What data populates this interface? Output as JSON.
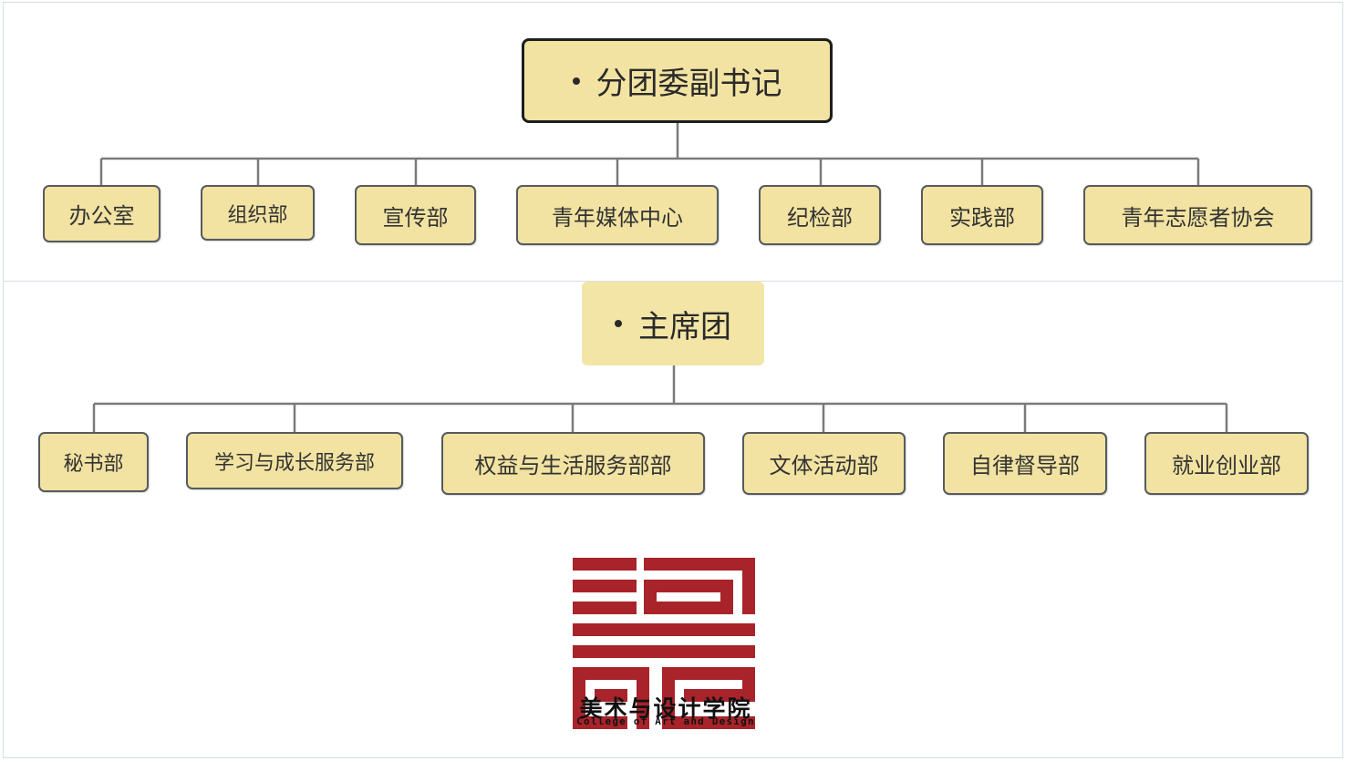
{
  "org_top": {
    "root_label": "分团委副书记",
    "children": [
      "办公室",
      "组织部",
      "宣传部",
      "青年媒体中心",
      "纪检部",
      "实践部",
      "青年志愿者协会"
    ]
  },
  "org_bottom": {
    "root_label": "主席团",
    "children": [
      "秘书部",
      "学习与成长服务部",
      "权益与生活服务部部",
      "文体活动部",
      "自律督导部",
      "就业创业部"
    ]
  },
  "logo": {
    "cn": "美术与设计学院",
    "en": "College of Art and Design",
    "color": "#a8232a",
    "icon": "college-emblem-icon"
  },
  "colors": {
    "box_fill": "#f2e3a2",
    "box_border": "#555b5f",
    "connector": "#7a7a7a"
  }
}
